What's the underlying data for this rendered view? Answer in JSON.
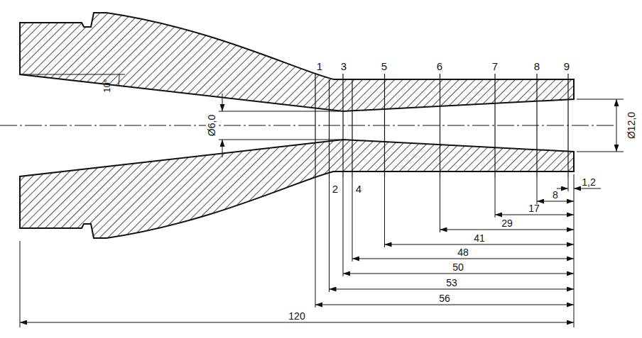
{
  "diagram": {
    "labels": [
      "1",
      "3",
      "5",
      "6",
      "7",
      "8",
      "9",
      "10°",
      "Ø6,0",
      "Ø12,0",
      "2",
      "4",
      "8",
      "1,2",
      "17",
      "29",
      "41",
      "48",
      "50",
      "53",
      "56",
      "120"
    ]
  }
}
